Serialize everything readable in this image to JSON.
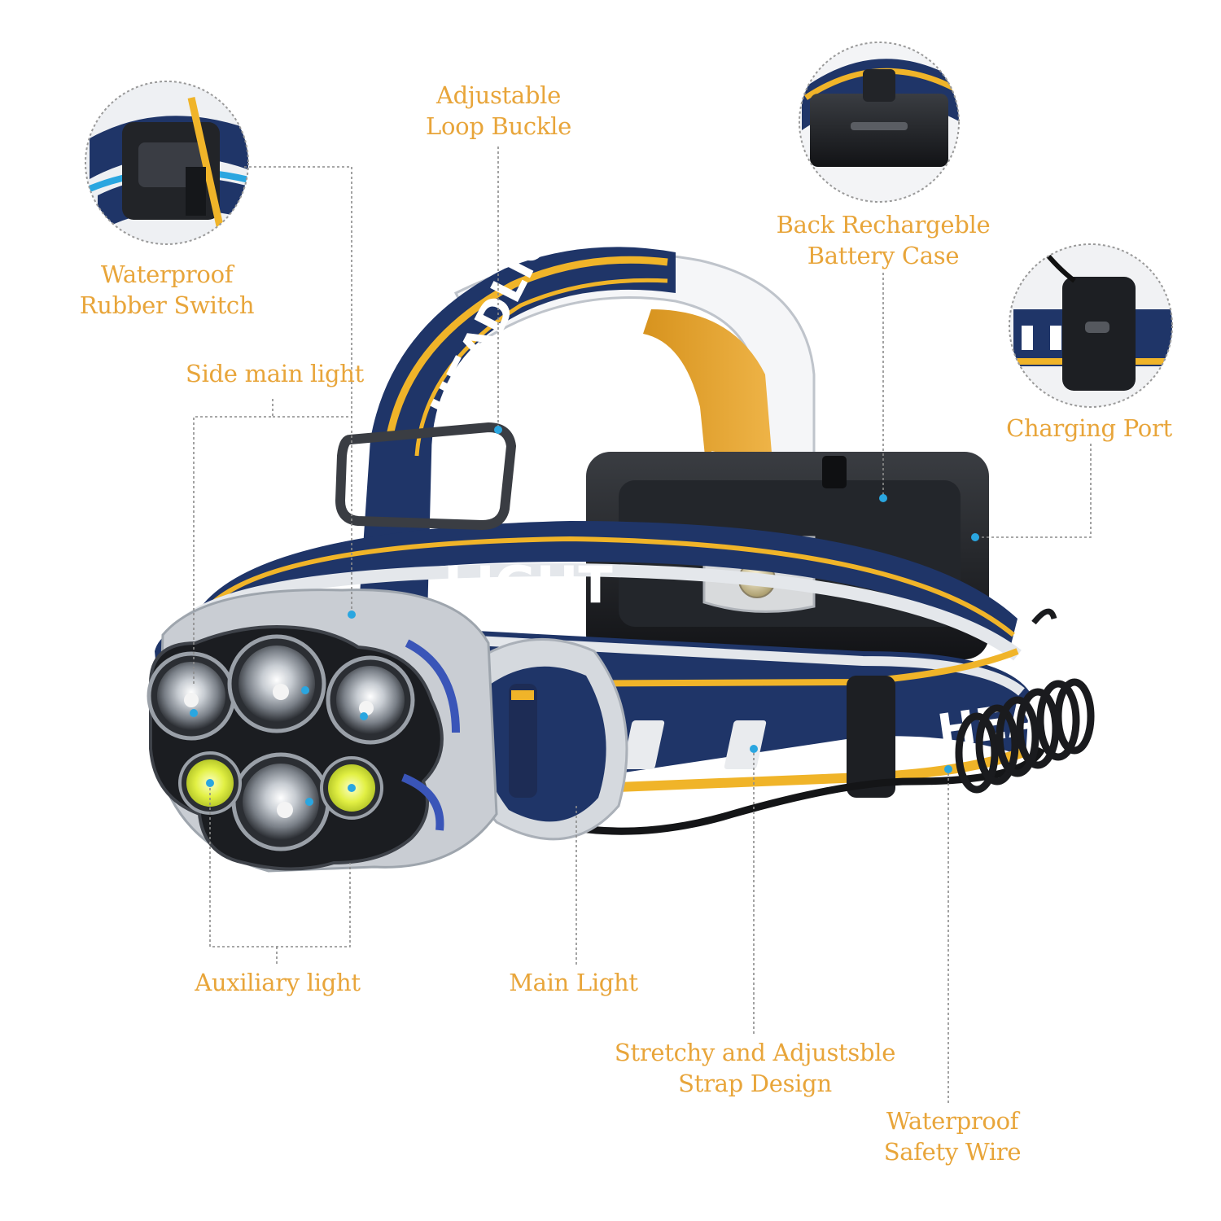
{
  "strap_text": {
    "top_band": "HEADLIGHT",
    "front_band": "LIGHT",
    "right_band": "HEADLI",
    "inner_band": "IT"
  },
  "labels": {
    "waterproof_switch": [
      "Waterproof",
      "Rubber Switch"
    ],
    "loop_buckle": [
      "Adjustable",
      "Loop Buckle"
    ],
    "battery_case": [
      "Back Rechargeble",
      "Battery Case"
    ],
    "charging_port": "Charging Port",
    "side_main_light": "Side main light",
    "auxiliary_light": "Auxiliary light",
    "main_light": "Main Light",
    "strap_design": [
      "Stretchy and Adjustsble",
      "Strap Design"
    ],
    "safety_wire": [
      "Waterproof",
      "Safety Wire"
    ]
  },
  "colors": {
    "label": "#e8a53a",
    "strap_navy": "#1f3568",
    "strap_yellow": "#f0b429",
    "callout_dot": "#2aa6e0",
    "leader_line": "#8c8c8c",
    "cob_led": "#e6f25a",
    "housing": "#1b1d21"
  }
}
